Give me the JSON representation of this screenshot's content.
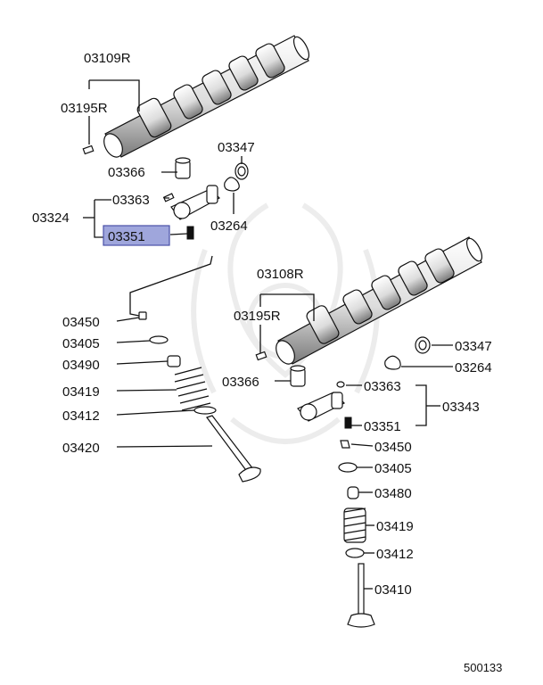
{
  "labels": {
    "p03109R": "03109R",
    "p03195R_a": "03195R",
    "p03347_a": "03347",
    "p03366_a": "03366",
    "p03363_a": "03363",
    "p03324": "03324",
    "p03264_a": "03264",
    "p03351_a": "03351",
    "p03108R": "03108R",
    "p03195R_b": "03195R",
    "p03450_a": "03450",
    "p03405_a": "03405",
    "p03490": "03490",
    "p03419_a": "03419",
    "p03412_a": "03412",
    "p03420": "03420",
    "p03347_b": "03347",
    "p03264_b": "03264",
    "p03366_b": "03366",
    "p03363_b": "03363",
    "p03343": "03343",
    "p03351_b": "03351",
    "p03450_b": "03450",
    "p03405_b": "03405",
    "p03480": "03480",
    "p03419_b": "03419",
    "p03412_b": "03412",
    "p03410": "03410"
  },
  "figure_code": "500133",
  "highlighted_part": "03351",
  "colors": {
    "highlight_fill": "#9fa6dc",
    "highlight_border": "#4a52a8",
    "line": "#111111"
  }
}
